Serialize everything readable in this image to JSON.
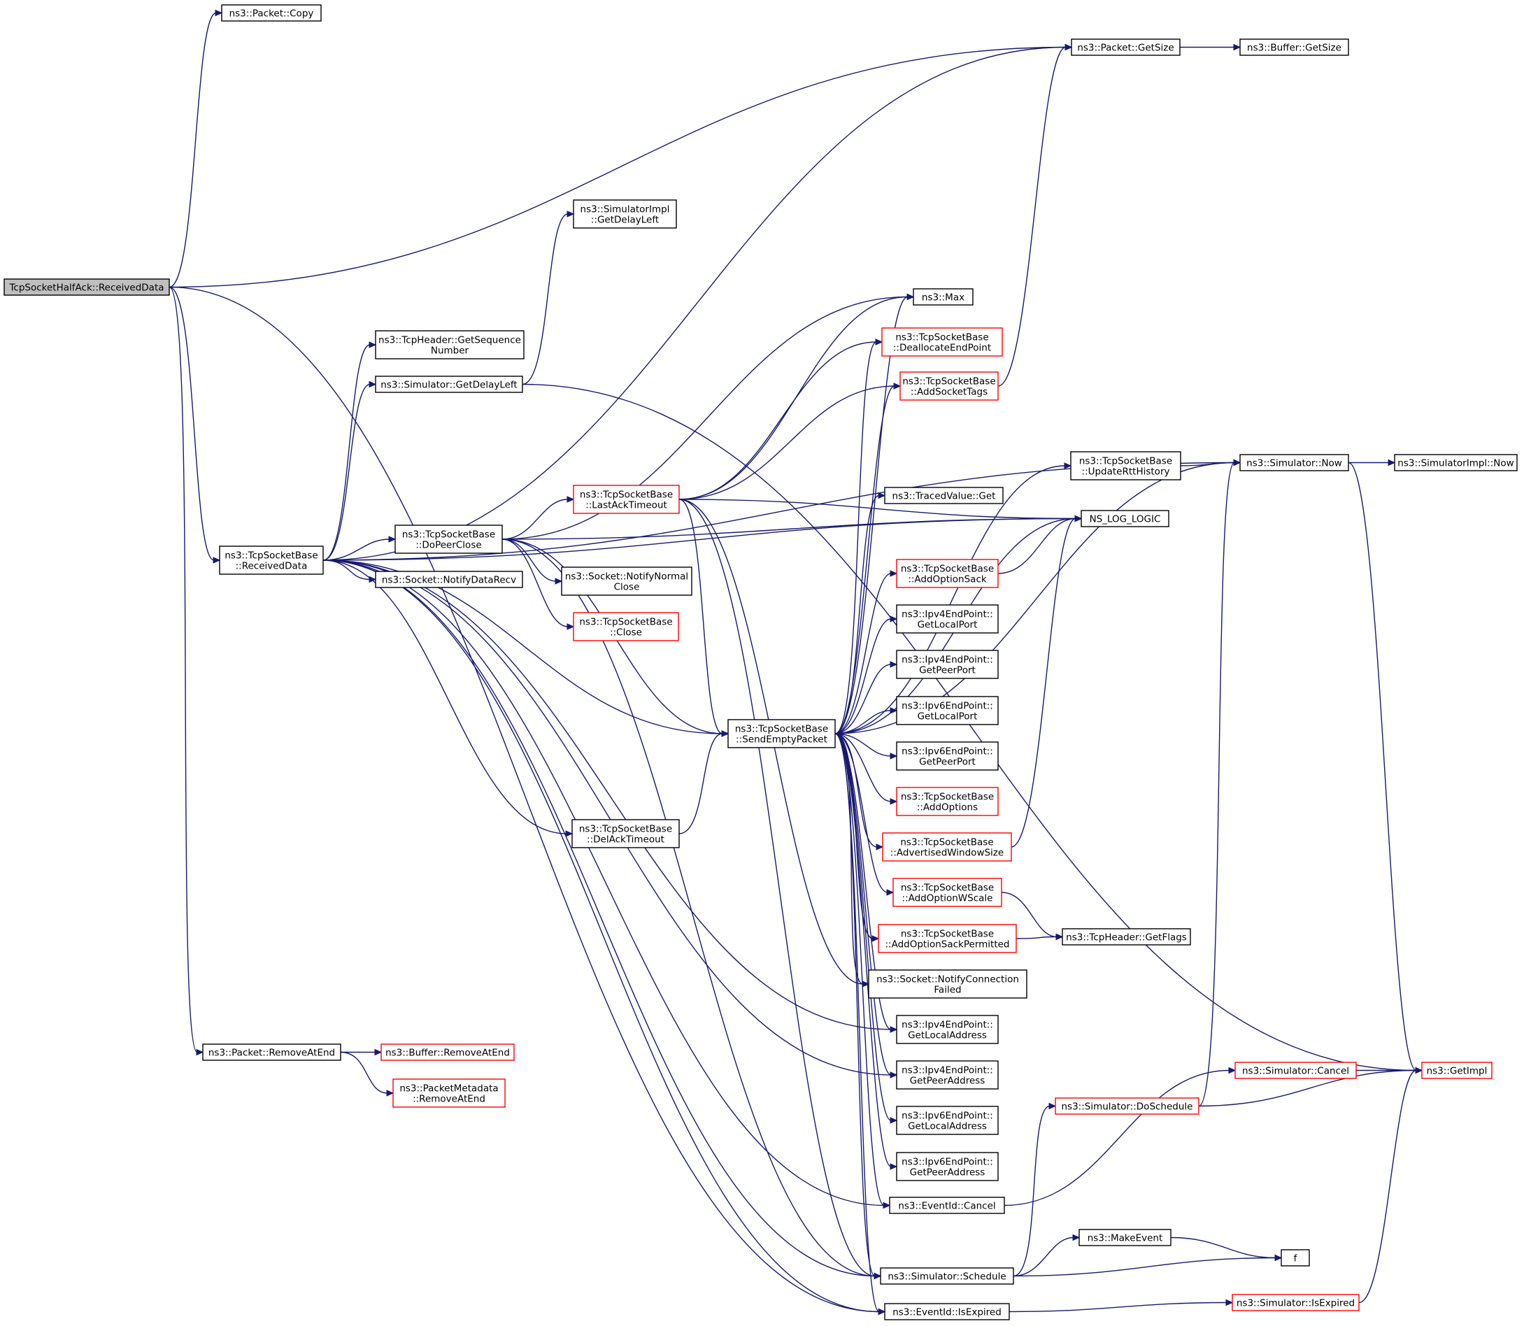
{
  "diagram": {
    "type": "call-graph",
    "colors": {
      "edge": "#191970",
      "node_border_normal": "#000000",
      "node_border_truncated": "#ff0000",
      "root_fill": "#bfbfbf",
      "node_fill": "#ffffff"
    },
    "nodes": [
      {
        "id": "root",
        "lines": [
          "TcpSocketHalfAck::ReceivedData"
        ],
        "style": "root"
      },
      {
        "id": "pcopy",
        "lines": [
          "ns3::Packet::Copy"
        ],
        "style": "normal"
      },
      {
        "id": "pgetsize",
        "lines": [
          "ns3::Packet::GetSize"
        ],
        "style": "normal"
      },
      {
        "id": "bgetsize",
        "lines": [
          "ns3::Buffer::GetSize"
        ],
        "style": "normal"
      },
      {
        "id": "tsbrecv",
        "lines": [
          "ns3::TcpSocketBase",
          "::ReceivedData"
        ],
        "style": "normal"
      },
      {
        "id": "premove",
        "lines": [
          "ns3::Packet::RemoveAtEnd"
        ],
        "style": "normal"
      },
      {
        "id": "simgetdelay",
        "lines": [
          "ns3::Simulator::GetDelayLeft"
        ],
        "style": "normal"
      },
      {
        "id": "thgetseq",
        "lines": [
          "ns3::TcpHeader::GetSequence",
          "Number"
        ],
        "style": "normal"
      },
      {
        "id": "simimpldelay",
        "lines": [
          "ns3::SimulatorImpl",
          "::GetDelayLeft"
        ],
        "style": "normal"
      },
      {
        "id": "dopeerclose",
        "lines": [
          "ns3::TcpSocketBase",
          "::DoPeerClose"
        ],
        "style": "normal"
      },
      {
        "id": "notifydatarecv",
        "lines": [
          "ns3::Socket::NotifyDataRecv"
        ],
        "style": "normal"
      },
      {
        "id": "delacktimeout",
        "lines": [
          "ns3::TcpSocketBase",
          "::DelAckTimeout"
        ],
        "style": "normal"
      },
      {
        "id": "lastacktimeout",
        "lines": [
          "ns3::TcpSocketBase",
          "::LastAckTimeout"
        ],
        "style": "truncated"
      },
      {
        "id": "notifynormalclose",
        "lines": [
          "ns3::Socket::NotifyNormal",
          "Close"
        ],
        "style": "normal"
      },
      {
        "id": "tsbclose",
        "lines": [
          "ns3::TcpSocketBase",
          "::Close"
        ],
        "style": "truncated"
      },
      {
        "id": "bufremove",
        "lines": [
          "ns3::Buffer::RemoveAtEnd"
        ],
        "style": "truncated"
      },
      {
        "id": "pmremove",
        "lines": [
          "ns3::PacketMetadata",
          "::RemoveAtEnd"
        ],
        "style": "truncated"
      },
      {
        "id": "sendempty",
        "lines": [
          "ns3::TcpSocketBase",
          "::SendEmptyPacket"
        ],
        "style": "normal"
      },
      {
        "id": "max",
        "lines": [
          "ns3::Max"
        ],
        "style": "normal"
      },
      {
        "id": "dealloc",
        "lines": [
          "ns3::TcpSocketBase",
          "::DeallocateEndPoint"
        ],
        "style": "truncated"
      },
      {
        "id": "addsockettags",
        "lines": [
          "ns3::TcpSocketBase",
          "::AddSocketTags"
        ],
        "style": "truncated"
      },
      {
        "id": "tracedget",
        "lines": [
          "ns3::TracedValue::Get"
        ],
        "style": "normal"
      },
      {
        "id": "addoptionsack",
        "lines": [
          "ns3::TcpSocketBase",
          "::AddOptionSack"
        ],
        "style": "truncated"
      },
      {
        "id": "ipv4localport",
        "lines": [
          "ns3::Ipv4EndPoint::",
          "GetLocalPort"
        ],
        "style": "normal"
      },
      {
        "id": "ipv4peerport",
        "lines": [
          "ns3::Ipv4EndPoint::",
          "GetPeerPort"
        ],
        "style": "normal"
      },
      {
        "id": "ipv6localport",
        "lines": [
          "ns3::Ipv6EndPoint::",
          "GetLocalPort"
        ],
        "style": "normal"
      },
      {
        "id": "ipv6peerport",
        "lines": [
          "ns3::Ipv6EndPoint::",
          "GetPeerPort"
        ],
        "style": "normal"
      },
      {
        "id": "addoptions",
        "lines": [
          "ns3::TcpSocketBase",
          "::AddOptions"
        ],
        "style": "truncated"
      },
      {
        "id": "advwindow",
        "lines": [
          "ns3::TcpSocketBase",
          "::AdvertisedWindowSize"
        ],
        "style": "truncated"
      },
      {
        "id": "addoptionwscale",
        "lines": [
          "ns3::TcpSocketBase",
          "::AddOptionWScale"
        ],
        "style": "truncated"
      },
      {
        "id": "addoptionsackperm",
        "lines": [
          "ns3::TcpSocketBase",
          "::AddOptionSackPermitted"
        ],
        "style": "truncated"
      },
      {
        "id": "notifyconnfailed",
        "lines": [
          "ns3::Socket::NotifyConnection",
          "Failed"
        ],
        "style": "normal"
      },
      {
        "id": "ipv4localaddr",
        "lines": [
          "ns3::Ipv4EndPoint::",
          "GetLocalAddress"
        ],
        "style": "normal"
      },
      {
        "id": "ipv4peeraddr",
        "lines": [
          "ns3::Ipv4EndPoint::",
          "GetPeerAddress"
        ],
        "style": "normal"
      },
      {
        "id": "ipv6localaddr",
        "lines": [
          "ns3::Ipv6EndPoint::",
          "GetLocalAddress"
        ],
        "style": "normal"
      },
      {
        "id": "ipv6peeraddr",
        "lines": [
          "ns3::Ipv6EndPoint::",
          "GetPeerAddress"
        ],
        "style": "normal"
      },
      {
        "id": "eventcancel",
        "lines": [
          "ns3::EventId::Cancel"
        ],
        "style": "normal"
      },
      {
        "id": "simschedule",
        "lines": [
          "ns3::Simulator::Schedule"
        ],
        "style": "normal"
      },
      {
        "id": "eventisexpired",
        "lines": [
          "ns3::EventId::IsExpired"
        ],
        "style": "normal"
      },
      {
        "id": "updatertt",
        "lines": [
          "ns3::TcpSocketBase",
          "::UpdateRttHistory"
        ],
        "style": "normal"
      },
      {
        "id": "nslog",
        "lines": [
          "NS_LOG_LOGIC"
        ],
        "style": "normal"
      },
      {
        "id": "thgetflags",
        "lines": [
          "ns3::TcpHeader::GetFlags"
        ],
        "style": "normal"
      },
      {
        "id": "simcancel",
        "lines": [
          "ns3::Simulator::Cancel"
        ],
        "style": "truncated"
      },
      {
        "id": "simdoschedule",
        "lines": [
          "ns3::Simulator::DoSchedule"
        ],
        "style": "truncated"
      },
      {
        "id": "makeevent",
        "lines": [
          "ns3::MakeEvent"
        ],
        "style": "normal"
      },
      {
        "id": "f",
        "lines": [
          "f"
        ],
        "style": "normal"
      },
      {
        "id": "simisexpired",
        "lines": [
          "ns3::Simulator::IsExpired"
        ],
        "style": "truncated"
      },
      {
        "id": "simnow",
        "lines": [
          "ns3::Simulator::Now"
        ],
        "style": "normal"
      },
      {
        "id": "simimplnow",
        "lines": [
          "ns3::SimulatorImpl::Now"
        ],
        "style": "normal"
      },
      {
        "id": "getimpl",
        "lines": [
          "ns3::GetImpl"
        ],
        "style": "truncated"
      }
    ],
    "edges": [
      [
        "root",
        "pcopy"
      ],
      [
        "root",
        "pgetsize"
      ],
      [
        "root",
        "tsbrecv"
      ],
      [
        "root",
        "premove"
      ],
      [
        "root",
        "eventisexpired"
      ],
      [
        "pgetsize",
        "bgetsize"
      ],
      [
        "tsbrecv",
        "pgetsize"
      ],
      [
        "tsbrecv",
        "thgetseq"
      ],
      [
        "tsbrecv",
        "simgetdelay"
      ],
      [
        "tsbrecv",
        "dopeerclose"
      ],
      [
        "tsbrecv",
        "notifydatarecv"
      ],
      [
        "tsbrecv",
        "delacktimeout"
      ],
      [
        "tsbrecv",
        "sendempty"
      ],
      [
        "tsbrecv",
        "simnow"
      ],
      [
        "tsbrecv",
        "nslog"
      ],
      [
        "tsbrecv",
        "eventcancel"
      ],
      [
        "tsbrecv",
        "simschedule"
      ],
      [
        "tsbrecv",
        "eventisexpired"
      ],
      [
        "tsbrecv",
        "ipv4localaddr"
      ],
      [
        "tsbrecv",
        "ipv4peeraddr"
      ],
      [
        "simgetdelay",
        "simimpldelay"
      ],
      [
        "simgetdelay",
        "getimpl"
      ],
      [
        "dopeerclose",
        "lastacktimeout"
      ],
      [
        "dopeerclose",
        "notifynormalclose"
      ],
      [
        "dopeerclose",
        "tsbclose"
      ],
      [
        "dopeerclose",
        "sendempty"
      ],
      [
        "dopeerclose",
        "max"
      ],
      [
        "dopeerclose",
        "nslog"
      ],
      [
        "dopeerclose",
        "simschedule"
      ],
      [
        "delacktimeout",
        "sendempty"
      ],
      [
        "lastacktimeout",
        "max"
      ],
      [
        "lastacktimeout",
        "dealloc"
      ],
      [
        "lastacktimeout",
        "addsockettags"
      ],
      [
        "lastacktimeout",
        "sendempty"
      ],
      [
        "lastacktimeout",
        "nslog"
      ],
      [
        "lastacktimeout",
        "notifyconnfailed"
      ],
      [
        "lastacktimeout",
        "simschedule"
      ],
      [
        "premove",
        "bufremove"
      ],
      [
        "premove",
        "pmremove"
      ],
      [
        "sendempty",
        "max"
      ],
      [
        "sendempty",
        "dealloc"
      ],
      [
        "sendempty",
        "addsockettags"
      ],
      [
        "sendempty",
        "updatertt"
      ],
      [
        "sendempty",
        "simnow"
      ],
      [
        "sendempty",
        "tracedget"
      ],
      [
        "sendempty",
        "nslog"
      ],
      [
        "sendempty",
        "addoptionsack"
      ],
      [
        "sendempty",
        "ipv4localport"
      ],
      [
        "sendempty",
        "ipv4peerport"
      ],
      [
        "sendempty",
        "ipv6localport"
      ],
      [
        "sendempty",
        "ipv6peerport"
      ],
      [
        "sendempty",
        "addoptions"
      ],
      [
        "sendempty",
        "advwindow"
      ],
      [
        "sendempty",
        "addoptionwscale"
      ],
      [
        "sendempty",
        "addoptionsackperm"
      ],
      [
        "sendempty",
        "notifyconnfailed"
      ],
      [
        "sendempty",
        "ipv4localaddr"
      ],
      [
        "sendempty",
        "ipv4peeraddr"
      ],
      [
        "sendempty",
        "ipv6localaddr"
      ],
      [
        "sendempty",
        "ipv6peeraddr"
      ],
      [
        "sendempty",
        "eventcancel"
      ],
      [
        "sendempty",
        "simschedule"
      ],
      [
        "sendempty",
        "eventisexpired"
      ],
      [
        "addsockettags",
        "pgetsize"
      ],
      [
        "addoptionsack",
        "nslog"
      ],
      [
        "advwindow",
        "nslog"
      ],
      [
        "addoptionwscale",
        "thgetflags"
      ],
      [
        "addoptionsackperm",
        "thgetflags"
      ],
      [
        "updatertt",
        "simnow"
      ],
      [
        "simnow",
        "simimplnow"
      ],
      [
        "simnow",
        "getimpl"
      ],
      [
        "eventcancel",
        "simcancel"
      ],
      [
        "simschedule",
        "simdoschedule"
      ],
      [
        "simschedule",
        "makeevent"
      ],
      [
        "simschedule",
        "f"
      ],
      [
        "eventisexpired",
        "simisexpired"
      ],
      [
        "simcancel",
        "getimpl"
      ],
      [
        "simdoschedule",
        "getimpl"
      ],
      [
        "simdoschedule",
        "simnow"
      ],
      [
        "makeevent",
        "f"
      ],
      [
        "simisexpired",
        "getimpl"
      ],
      [
        "thgetflags",
        "thgetflags_dummy"
      ]
    ]
  }
}
